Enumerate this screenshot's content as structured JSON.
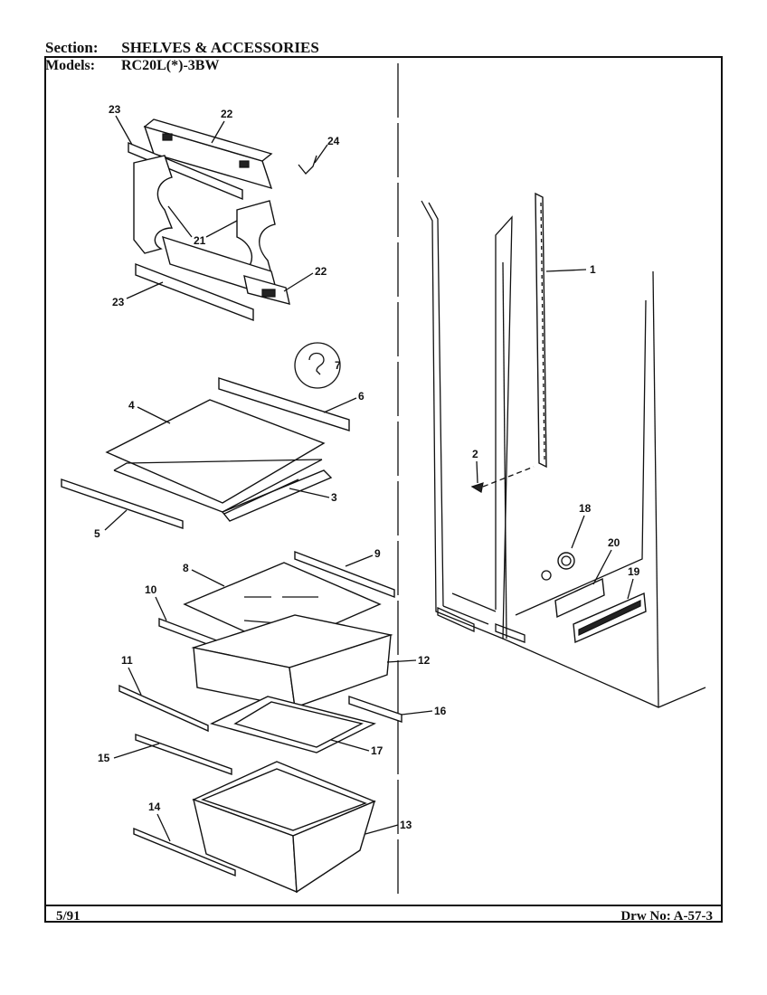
{
  "header": {
    "section_label": "Section:",
    "section_value": "SHELVES & ACCESSORIES",
    "models_label": "Models:",
    "models_value": "RC20L(*)-3BW"
  },
  "footer": {
    "date": "5/91",
    "drawing_number": "Drw No: A-57-3"
  },
  "callouts": [
    "1",
    "2",
    "3",
    "4",
    "5",
    "6",
    "7",
    "8",
    "9",
    "10",
    "11",
    "12",
    "13",
    "14",
    "15",
    "16",
    "17",
    "18",
    "19",
    "20",
    "21",
    "22",
    "23",
    "24"
  ]
}
